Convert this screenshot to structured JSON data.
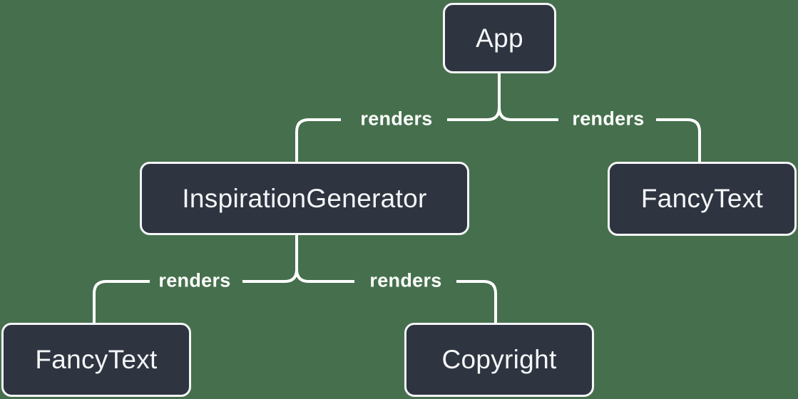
{
  "diagram": {
    "background_color": "#46704D",
    "node_fill_color": "#2E3440",
    "node_border_color": "#F5F6F8",
    "node_text_color": "#F5F6F8",
    "edge_color": "#FFFFFF",
    "edge_label_color": "#FFFFFF",
    "nodes": [
      {
        "id": "app",
        "label": "App"
      },
      {
        "id": "inspiration-generator",
        "label": "InspirationGenerator"
      },
      {
        "id": "fancy-text-top",
        "label": "FancyText"
      },
      {
        "id": "fancy-text-bottom",
        "label": "FancyText"
      },
      {
        "id": "copyright",
        "label": "Copyright"
      }
    ],
    "edges": [
      {
        "from": "App",
        "to": "InspirationGenerator",
        "label": "renders"
      },
      {
        "from": "App",
        "to": "FancyText",
        "label": "renders"
      },
      {
        "from": "InspirationGenerator",
        "to": "FancyText",
        "label": "renders"
      },
      {
        "from": "InspirationGenerator",
        "to": "Copyright",
        "label": "renders"
      }
    ]
  }
}
